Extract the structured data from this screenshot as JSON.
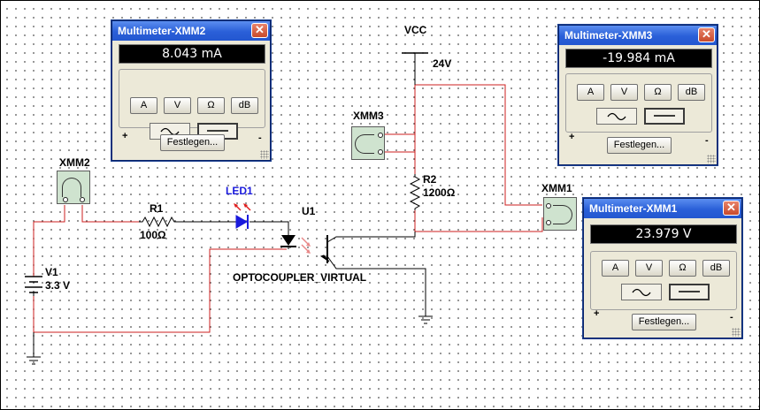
{
  "labels": {
    "vcc": "VCC",
    "vcc_value": "24V",
    "xmm2": "XMM2",
    "xmm3": "XMM3",
    "xmm1": "XMM1",
    "r1": "R1",
    "r1_value": "100Ω",
    "r2": "R2",
    "r2_value": "1200Ω",
    "led1": "LED1",
    "u1": "U1",
    "opto": "OPTOCOUPLER_VIRTUAL",
    "v1": "V1",
    "v1_value": "3.3 V"
  },
  "multimeters": {
    "xmm2": {
      "title": "Multimeter-XMM2",
      "reading": "8.043 mA"
    },
    "xmm3": {
      "title": "Multimeter-XMM3",
      "reading": "-19.984 mA"
    },
    "xmm1": {
      "title": "Multimeter-XMM1",
      "reading": "23.979 V"
    }
  },
  "buttons": {
    "amp": "A",
    "volt": "V",
    "ohm": "Ω",
    "db": "dB",
    "set": "Festlegen...",
    "plus": "+",
    "minus": "-",
    "close": "✕"
  },
  "colors": {
    "wire_red": "#cc1f1f",
    "wire_black": "#000000",
    "led_blue": "#1a1adc",
    "instrument_green": "#cfe3cf",
    "titlebar_blue": "#2a5fd8"
  }
}
